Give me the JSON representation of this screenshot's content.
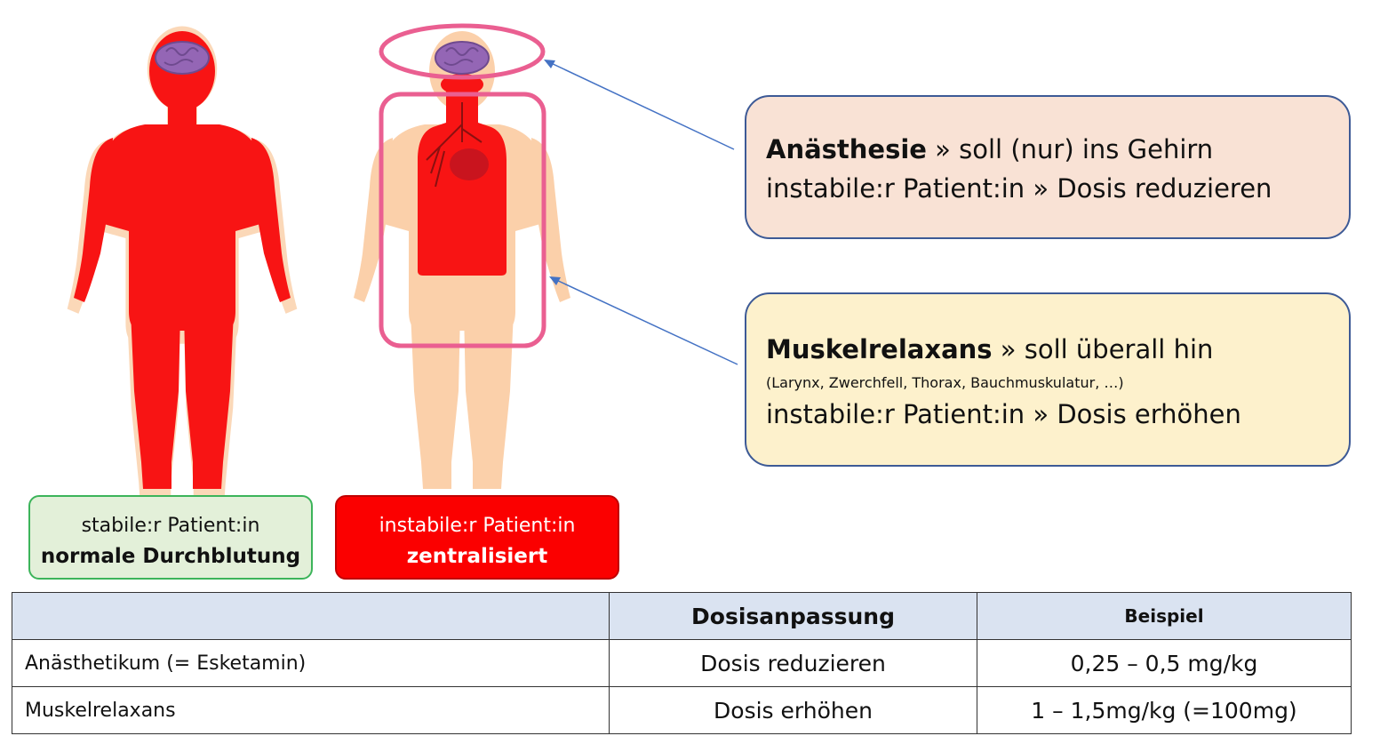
{
  "callouts": {
    "anaesthesie": {
      "title": "Anästhesie",
      "title_rest": " » soll (nur) ins Gehirn",
      "line2": "instabile:r Patient:in » Dosis reduzieren"
    },
    "muskel": {
      "title": "Muskelrelaxans",
      "title_rest": " » soll überall hin",
      "note": "(Larynx, Zwerchfell, Thorax, Bauchmuskulatur, …)",
      "line2": "instabile:r Patient:in » Dosis erhöhen"
    }
  },
  "labels": {
    "stable": {
      "line1": "stabile:r Patient:in",
      "line2": "normale Durchblutung"
    },
    "unstable": {
      "line1": "instabile:r Patient:in",
      "line2": "zentralisiert"
    }
  },
  "table": {
    "headers": [
      "",
      "Dosisanpassung",
      "Beispiel"
    ],
    "rows": [
      [
        "Anästhetikum (= Esketamin)",
        "Dosis reduzieren",
        "0,25 – 0,5 mg/kg"
      ],
      [
        "Muskelrelaxans",
        "Dosis erhöhen",
        "1 – 1,5mg/kg (=100mg)"
      ]
    ]
  },
  "colors": {
    "blood": "#f81414",
    "skin": "#fbd0aa",
    "brain": "#9466b5",
    "highlight": "#ea5f91",
    "arrow": "#4472c4"
  }
}
